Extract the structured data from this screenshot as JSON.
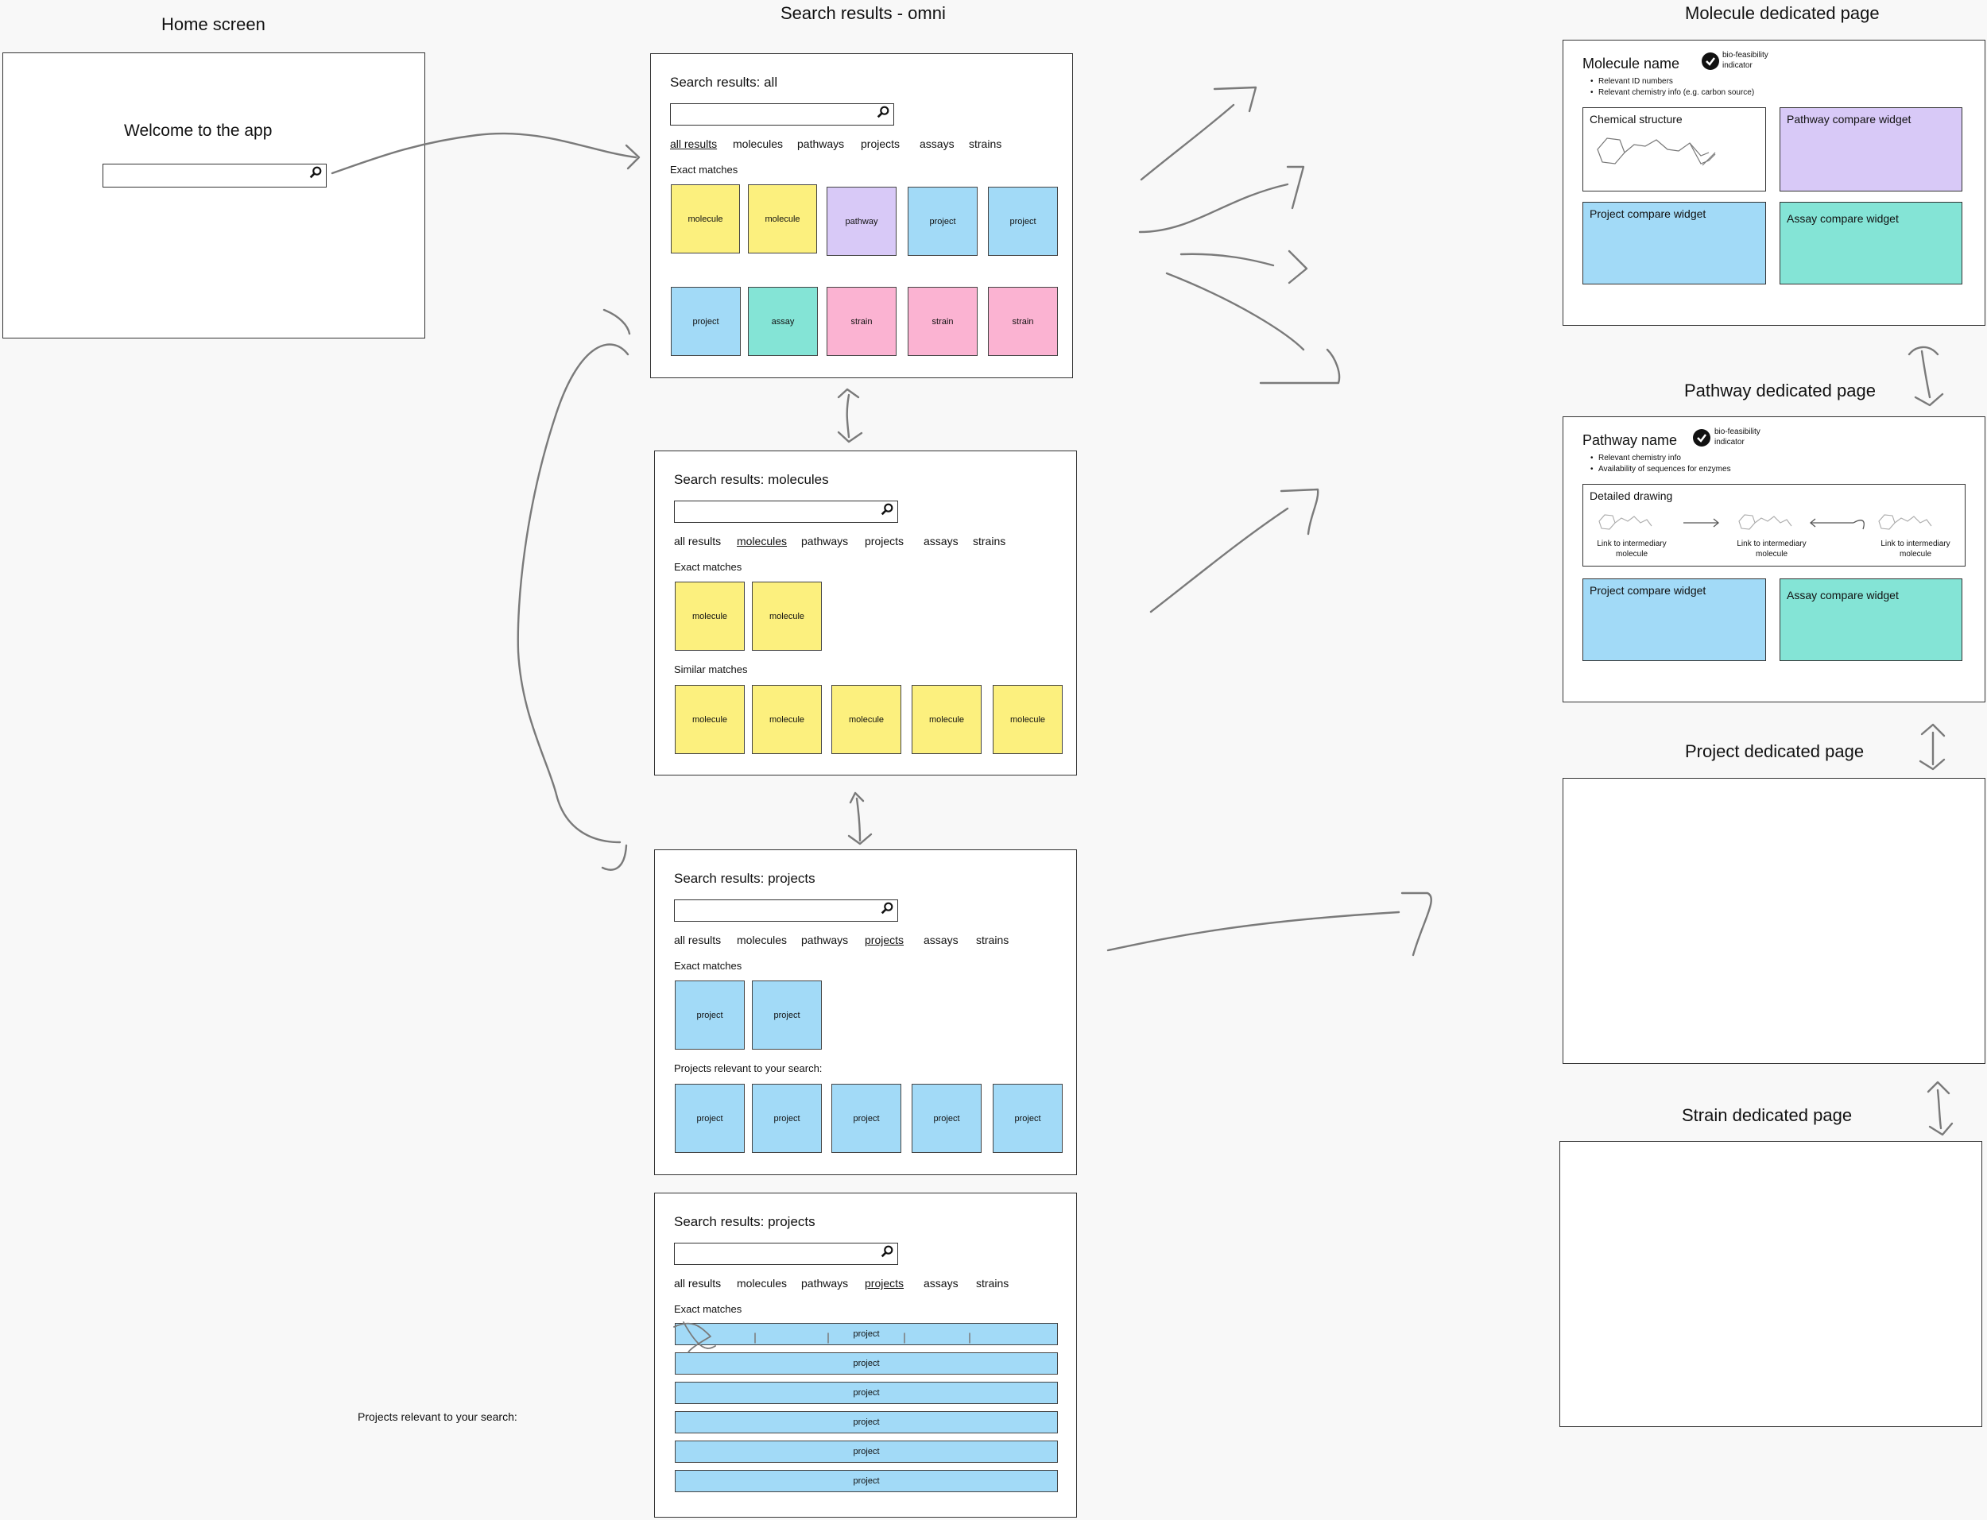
{
  "home": {
    "title": "Home screen",
    "welcome": "Welcome to the app"
  },
  "omni_title": "Search results - omni",
  "tabs": [
    "all results",
    "molecules",
    "pathways",
    "projects",
    "assays",
    "strains"
  ],
  "panel_all": {
    "heading": "Search results: all",
    "active_tab": "all results",
    "section": "Exact matches",
    "cards": [
      {
        "label": "molecule",
        "kind": "molecule"
      },
      {
        "label": "molecule",
        "kind": "molecule"
      },
      {
        "label": "pathway",
        "kind": "pathway"
      },
      {
        "label": "project",
        "kind": "project"
      },
      {
        "label": "project",
        "kind": "project"
      },
      {
        "label": "project",
        "kind": "project"
      },
      {
        "label": "assay",
        "kind": "assay"
      },
      {
        "label": "strain",
        "kind": "strain"
      },
      {
        "label": "strain",
        "kind": "strain"
      },
      {
        "label": "strain",
        "kind": "strain"
      }
    ]
  },
  "panel_molecules": {
    "heading": "Search results: molecules",
    "active_tab": "molecules",
    "section1": "Exact matches",
    "exact": [
      "molecule",
      "molecule"
    ],
    "section2": "Similar matches",
    "similar": [
      "molecule",
      "molecule",
      "molecule",
      "molecule",
      "molecule"
    ]
  },
  "panel_projects": {
    "heading": "Search results: projects",
    "active_tab": "projects",
    "section1": "Exact matches",
    "exact": [
      "project",
      "project"
    ],
    "section2": "Projects relevant to your search:",
    "relevant": [
      "project",
      "project",
      "project",
      "project",
      "project"
    ]
  },
  "panel_projects_list": {
    "heading": "Search results: projects",
    "active_tab": "projects",
    "section1": "Exact matches",
    "rows": [
      "project",
      "project",
      "project",
      "project",
      "project",
      "project"
    ],
    "outside_label": "Projects relevant to your search:"
  },
  "molecule_page": {
    "title": "Molecule dedicated page",
    "name": "Molecule name",
    "indicator": [
      "bio-feasibility",
      "indicator"
    ],
    "bullets": [
      "Relevant ID numbers",
      "Relevant chemistry info (e.g. carbon source)"
    ],
    "widgets": [
      "Chemical structure",
      "Pathway compare widget",
      "Project compare widget",
      "Assay compare widget"
    ]
  },
  "pathway_page": {
    "title": "Pathway dedicated page",
    "name": "Pathway name",
    "indicator": [
      "bio-feasibility",
      "indicator"
    ],
    "bullets": [
      "Relevant chemistry info",
      "Availability of sequences for enzymes"
    ],
    "drawing": "Detailed drawing",
    "links": [
      "Link to intermediary",
      "molecule"
    ],
    "widgets": [
      "Project compare widget",
      "Assay compare widget"
    ]
  },
  "project_page": {
    "title": "Project dedicated page"
  },
  "strain_page": {
    "title": "Strain dedicated page"
  },
  "colors": {
    "molecule": "#fcf07e",
    "pathway": "#d8c9f7",
    "project": "#a2daf7",
    "assay": "#84e4d6",
    "strain": "#fbb3d2"
  }
}
